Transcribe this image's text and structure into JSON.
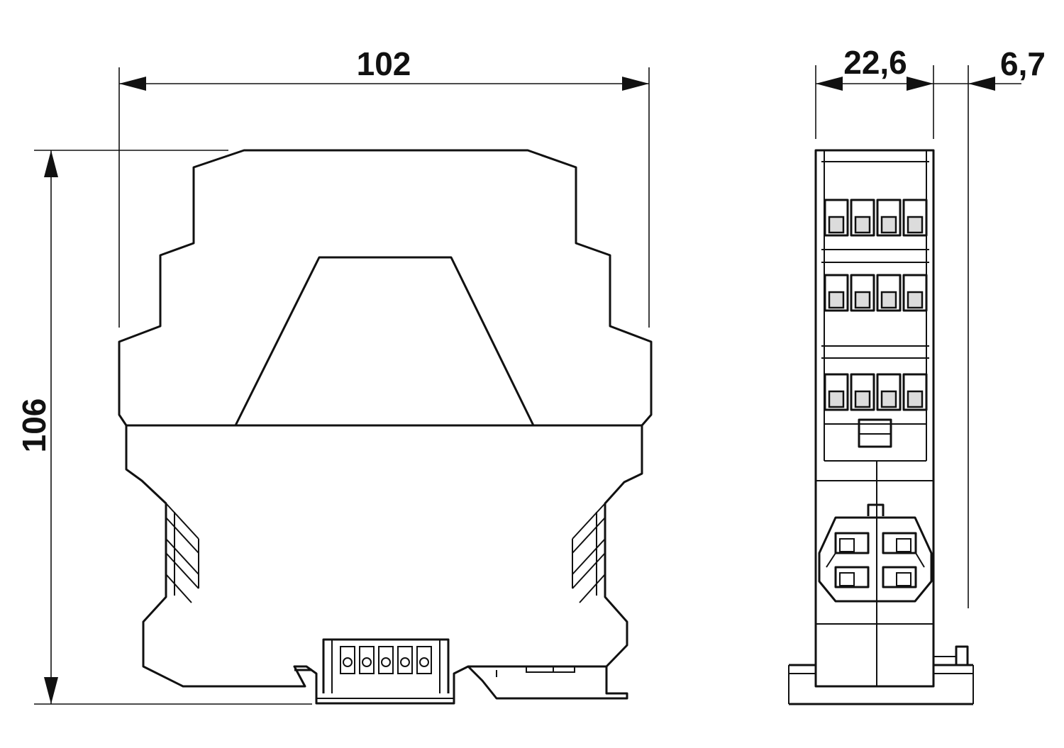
{
  "drawing": {
    "dimensions": {
      "width": "102",
      "height": "106",
      "depth": "22,6",
      "offset": "6,7"
    },
    "colors": {
      "line": "#111111",
      "background": "#ffffff",
      "slot_fill": "#dcdcdc"
    }
  }
}
